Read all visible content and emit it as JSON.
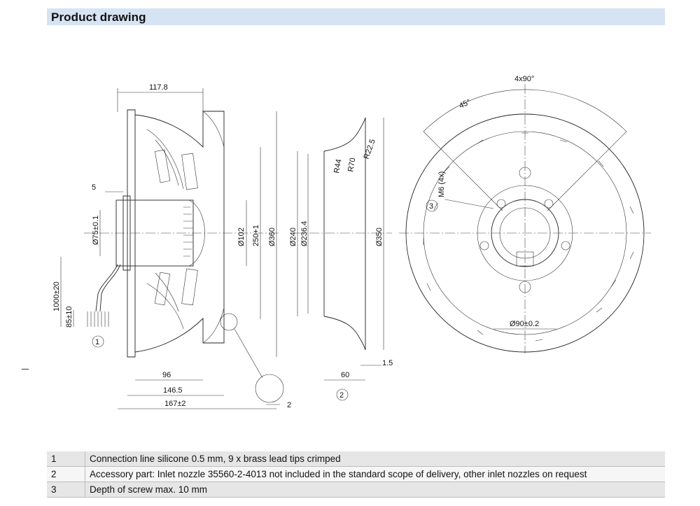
{
  "header": {
    "title": "Product drawing"
  },
  "drawing": {
    "side_view": {
      "dims": [
        "117.8",
        "5",
        "Ø75±0.1",
        "Ø102",
        "250+1",
        "Ø360",
        "1000±20",
        "85±10",
        "96",
        "146.5",
        "167±2",
        "2"
      ],
      "marker": "1"
    },
    "section_view": {
      "dims": [
        "R22.5",
        "R70",
        "R44",
        "Ø240",
        "Ø236.4",
        "Ø350",
        "60",
        "1.5"
      ],
      "marker": "2"
    },
    "front_view": {
      "dims": [
        "4x90°",
        "45°",
        "M6 (4x)",
        "Ø90±0.2"
      ],
      "marker": "3"
    }
  },
  "notes": [
    {
      "num": "1",
      "text": "Connection line silicone 0.5 mm, 9 x brass lead tips crimped"
    },
    {
      "num": "2",
      "text": "Accessory part: Inlet nozzle 35560-2-4013 not included in the standard scope of delivery, other inlet nozzles on request"
    },
    {
      "num": "3",
      "text": "Depth of screw max. 10 mm"
    }
  ]
}
